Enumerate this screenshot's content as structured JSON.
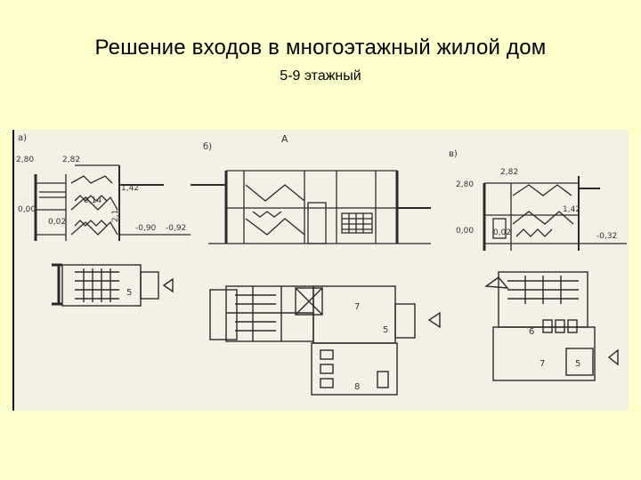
{
  "slide": {
    "title": "Решение входов в многоэтажный жилой дом",
    "subtitle": "5-9 этажный"
  },
  "drawing": {
    "variants": {
      "a": "а)",
      "b": "б)",
      "b_mark": "А",
      "v": "в)"
    },
    "left_dims": {
      "d1": "2,80",
      "d2": "2,82",
      "d3": "1,42",
      "d4": "0,14",
      "d5": "0,00",
      "d6": "0,02",
      "d7": "2,1",
      "d8": "-0,90",
      "d9": "-0,92"
    },
    "right_dims": {
      "d1": "2,80",
      "d2": "2,82",
      "d3": "1,42",
      "d4": "0,00",
      "d5": "0,02",
      "d6": "-0,32"
    },
    "room_numbers": {
      "a_plan": "5",
      "b_7": "7",
      "b_5": "5",
      "b_8": "8",
      "v_6": "6",
      "v_7": "7",
      "v_5": "5"
    }
  }
}
